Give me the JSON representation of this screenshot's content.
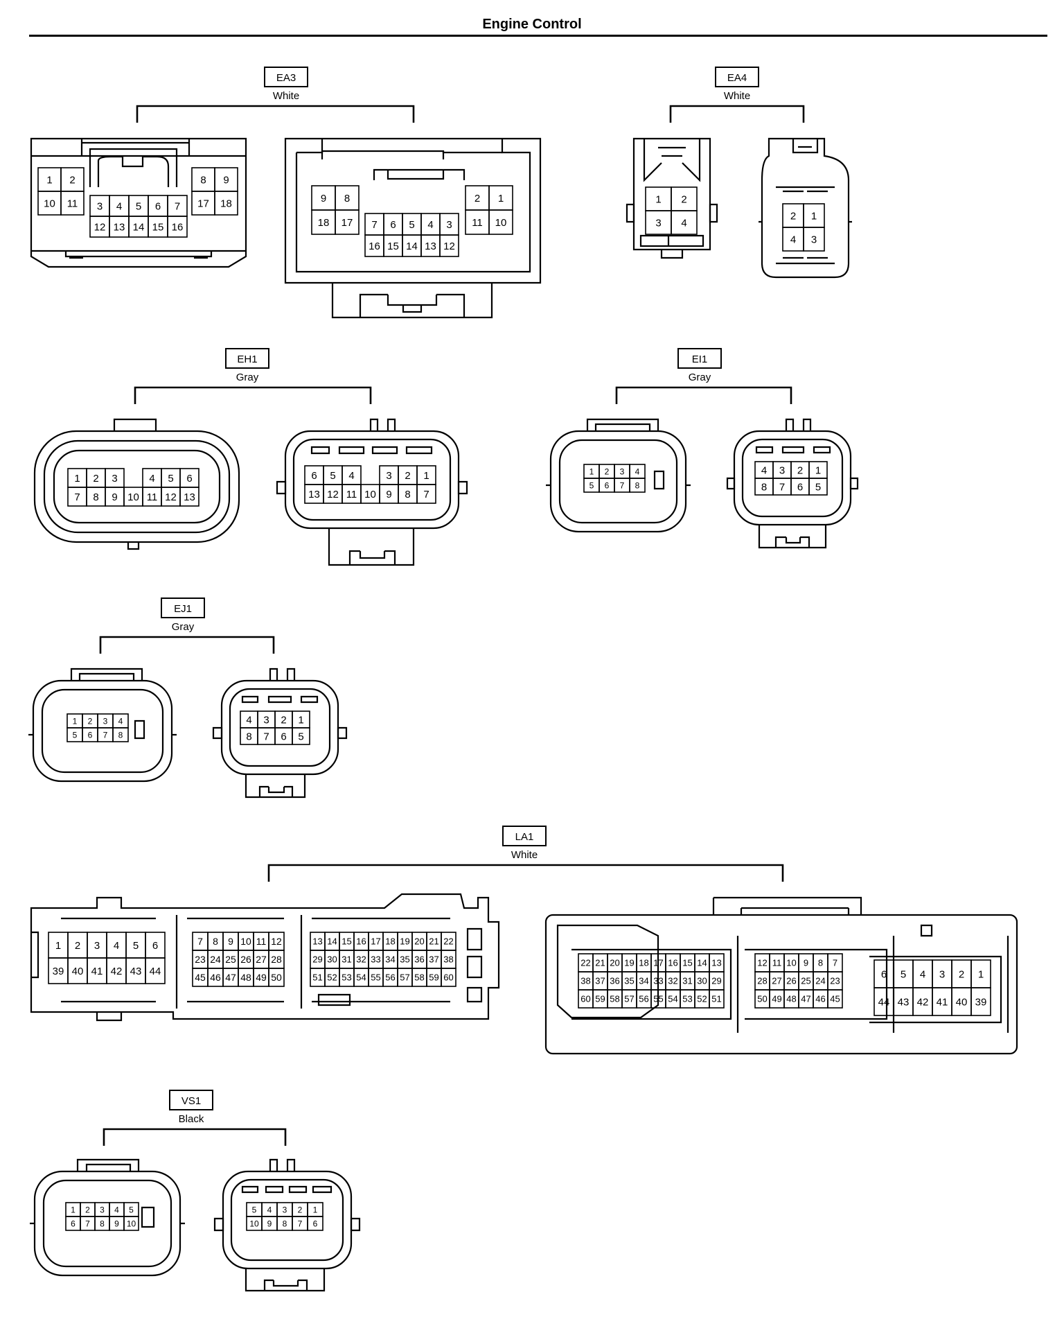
{
  "page": {
    "title": "Engine Control"
  },
  "connectors": [
    {
      "id": "EA3",
      "color": "White"
    },
    {
      "id": "EA4",
      "color": "White"
    },
    {
      "id": "EH1",
      "color": "Gray"
    },
    {
      "id": "EI1",
      "color": "Gray"
    },
    {
      "id": "EJ1",
      "color": "Gray"
    },
    {
      "id": "LA1",
      "color": "White"
    },
    {
      "id": "VS1",
      "color": "Black"
    }
  ],
  "pins": {
    "EA3_left_a": [
      [
        "1",
        "2"
      ],
      [
        "10",
        "11"
      ]
    ],
    "EA3_left_b": [
      [
        "3",
        "4",
        "5",
        "6",
        "7"
      ],
      [
        "12",
        "13",
        "14",
        "15",
        "16"
      ]
    ],
    "EA3_left_c": [
      [
        "8",
        "9"
      ],
      [
        "17",
        "18"
      ]
    ],
    "EA3_right_a": [
      [
        "9",
        "8"
      ],
      [
        "18",
        "17"
      ]
    ],
    "EA3_right_b": [
      [
        "7",
        "6",
        "5",
        "4",
        "3"
      ],
      [
        "16",
        "15",
        "14",
        "13",
        "12"
      ]
    ],
    "EA3_right_c": [
      [
        "2",
        "1"
      ],
      [
        "11",
        "10"
      ]
    ],
    "EA4_left": [
      [
        "1",
        "2"
      ],
      [
        "3",
        "4"
      ]
    ],
    "EA4_right": [
      [
        "2",
        "1"
      ],
      [
        "4",
        "3"
      ]
    ],
    "EH1_left": [
      [
        "1",
        "2",
        "3",
        "",
        "4",
        "5",
        "6"
      ],
      [
        "7",
        "8",
        "9",
        "10",
        "11",
        "12",
        "13"
      ]
    ],
    "EH1_right": [
      [
        "6",
        "5",
        "4",
        "",
        "3",
        "2",
        "1"
      ],
      [
        "13",
        "12",
        "11",
        "10",
        "9",
        "8",
        "7"
      ]
    ],
    "EI1_left": [
      [
        "1",
        "2",
        "3",
        "4"
      ],
      [
        "5",
        "6",
        "7",
        "8"
      ]
    ],
    "EI1_right": [
      [
        "4",
        "3",
        "2",
        "1"
      ],
      [
        "8",
        "7",
        "6",
        "5"
      ]
    ],
    "EJ1_left": [
      [
        "1",
        "2",
        "3",
        "4"
      ],
      [
        "5",
        "6",
        "7",
        "8"
      ]
    ],
    "EJ1_right": [
      [
        "4",
        "3",
        "2",
        "1"
      ],
      [
        "8",
        "7",
        "6",
        "5"
      ]
    ],
    "LA1_left_a": [
      [
        "1",
        "2",
        "3",
        "4",
        "5",
        "6"
      ],
      [
        "39",
        "40",
        "41",
        "42",
        "43",
        "44"
      ]
    ],
    "LA1_left_b": [
      [
        "7",
        "8",
        "9",
        "10",
        "11",
        "12"
      ],
      [
        "23",
        "24",
        "25",
        "26",
        "27",
        "28"
      ],
      [
        "45",
        "46",
        "47",
        "48",
        "49",
        "50"
      ]
    ],
    "LA1_left_c": [
      [
        "13",
        "14",
        "15",
        "16",
        "17",
        "18",
        "19",
        "20",
        "21",
        "22"
      ],
      [
        "29",
        "30",
        "31",
        "32",
        "33",
        "34",
        "35",
        "36",
        "37",
        "38"
      ],
      [
        "51",
        "52",
        "53",
        "54",
        "55",
        "56",
        "57",
        "58",
        "59",
        "60"
      ]
    ],
    "LA1_right_a": [
      [
        "22",
        "21",
        "20",
        "19",
        "18",
        "17",
        "16",
        "15",
        "14",
        "13"
      ],
      [
        "38",
        "37",
        "36",
        "35",
        "34",
        "33",
        "32",
        "31",
        "30",
        "29"
      ],
      [
        "60",
        "59",
        "58",
        "57",
        "56",
        "55",
        "54",
        "53",
        "52",
        "51"
      ]
    ],
    "LA1_right_b": [
      [
        "12",
        "11",
        "10",
        "9",
        "8",
        "7"
      ],
      [
        "28",
        "27",
        "26",
        "25",
        "24",
        "23"
      ],
      [
        "50",
        "49",
        "48",
        "47",
        "46",
        "45"
      ]
    ],
    "LA1_right_c": [
      [
        "6",
        "5",
        "4",
        "3",
        "2",
        "1"
      ],
      [
        "44",
        "43",
        "42",
        "41",
        "40",
        "39"
      ]
    ],
    "VS1_left": [
      [
        "1",
        "2",
        "3",
        "4",
        "5"
      ],
      [
        "6",
        "7",
        "8",
        "9",
        "10"
      ]
    ],
    "VS1_right": [
      [
        "5",
        "4",
        "3",
        "2",
        "1"
      ],
      [
        "10",
        "9",
        "8",
        "7",
        "6"
      ]
    ]
  }
}
